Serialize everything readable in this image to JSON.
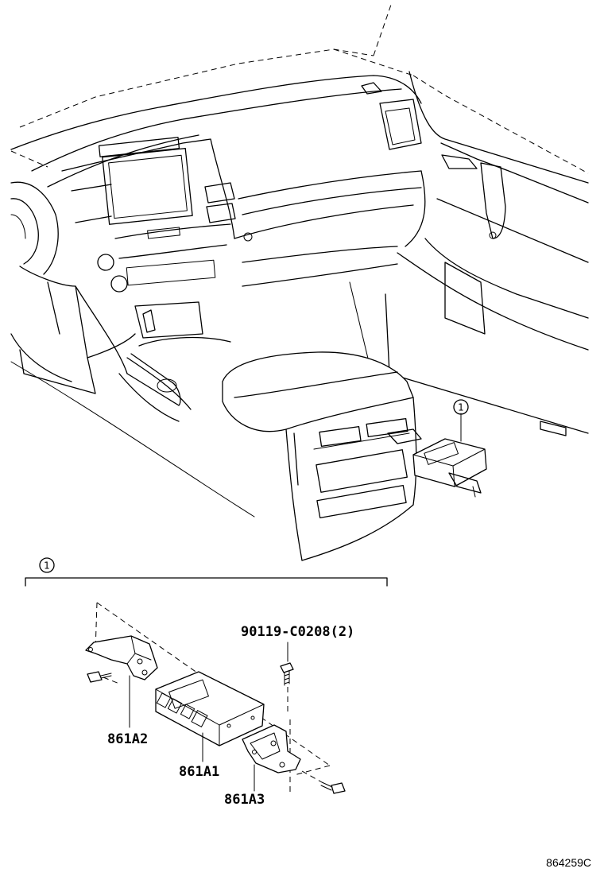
{
  "callout": "1",
  "parts": {
    "bolt": "90119-C0208(2)",
    "bracket_left": "861A2",
    "module": "861A1",
    "bracket_right": "861A3"
  },
  "figure_code": "864259C"
}
